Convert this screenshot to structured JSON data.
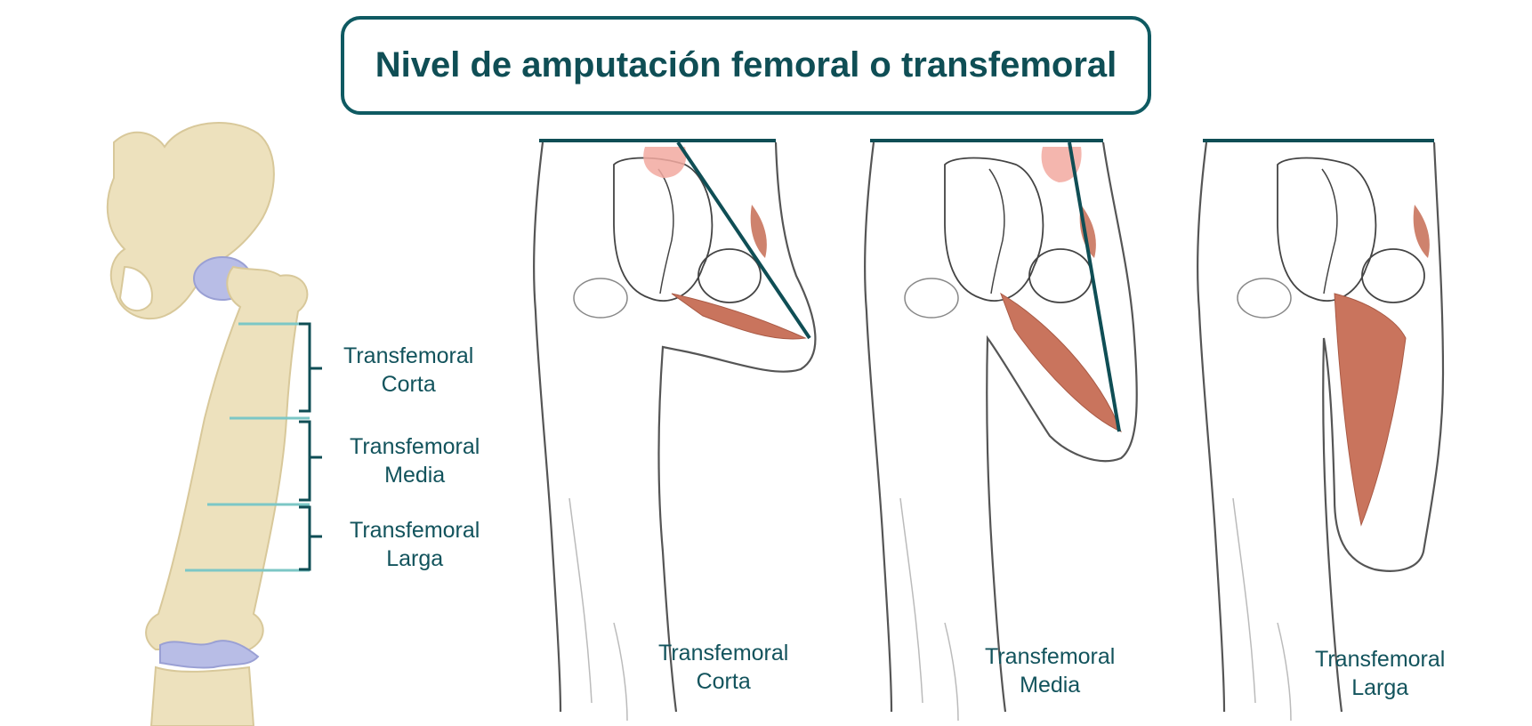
{
  "title": "Nivel de amputación femoral o transfemoral",
  "femur_labels": [
    {
      "line1": "Transfemoral",
      "line2": "Corta"
    },
    {
      "line1": "Transfemoral",
      "line2": "Media"
    },
    {
      "line1": "Transfemoral",
      "line2": "Larga"
    }
  ],
  "panel_labels": [
    {
      "line1": "Transfemoral",
      "line2": "Corta"
    },
    {
      "line1": "Transfemoral",
      "line2": "Media"
    },
    {
      "line1": "Transfemoral",
      "line2": "Larga"
    }
  ],
  "colors": {
    "accent": "#0f5a62",
    "text": "#12535c",
    "bone": "#ede1bd",
    "cartilage": "#b8bde6",
    "muscle": "#c9745d",
    "outline": "#4a4a4a",
    "level_line": "#7cc7c6"
  }
}
